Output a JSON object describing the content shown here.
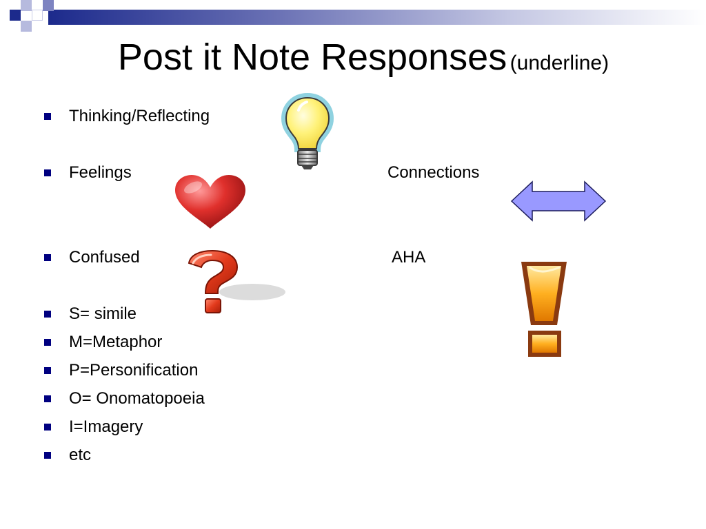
{
  "slide": {
    "title": "Post it Note Responses",
    "title_note": "(underline)",
    "accent_color": "#000080"
  },
  "bullets": [
    {
      "text": "Thinking/Reflecting"
    },
    {
      "text": "Feelings"
    },
    {
      "text": "Confused"
    },
    {
      "text": "S= simile"
    },
    {
      "text": "M=Metaphor"
    },
    {
      "text": "P=Personification"
    },
    {
      "text": "O= Onomatopoeia"
    },
    {
      "text": "I=Imagery"
    },
    {
      "text": "etc"
    }
  ],
  "side_labels": {
    "connections": "Connections",
    "aha": "AHA"
  },
  "icons": {
    "thinking": "lightbulb-icon",
    "feelings": "heart-icon",
    "confused": "question-mark-icon",
    "connections": "double-arrow-icon",
    "aha": "exclamation-icon"
  }
}
